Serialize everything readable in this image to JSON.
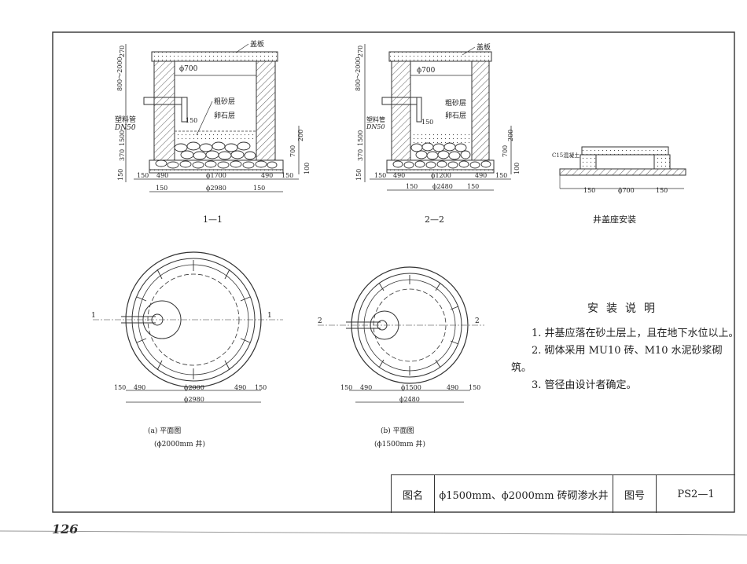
{
  "labels": {
    "cover": "盖板",
    "phi700": "ϕ700",
    "coarse_sand": "粗砂层",
    "gravel": "卵石层",
    "pipe": "塑料管",
    "dn50": "DN50",
    "dim_150": "150",
    "dim_270": "270",
    "dim_800_2000": "800～2000",
    "dim_1500": "1500",
    "dim_370": "370",
    "dim_490": "490",
    "dim_200": "200",
    "dim_700": "700",
    "dim_100": "100",
    "phi1700": "ϕ1700",
    "phi2980": "ϕ2980",
    "phi1200": "ϕ1200",
    "phi2480": "ϕ2480",
    "phi2000": "ϕ2000",
    "phi1500": "ϕ1500",
    "c15": "C15混凝土",
    "sec_1": "1",
    "sec_2": "2"
  },
  "captions": {
    "section_1": "1—1",
    "section_2": "2—2",
    "cover_install": "井盖座安装",
    "plan_a": "(a) 平面图",
    "plan_a_sub": "(ϕ2000mm 井)",
    "plan_b": "(b) 平面图",
    "plan_b_sub": "(ϕ1500mm 井)"
  },
  "notes": {
    "title": "安装说明",
    "items": [
      "1. 井基应落在砂土层上，且在地下水位以上。",
      "2. 砌体采用 MU10 砖、M10 水泥砂浆砌筑。",
      "3. 管径由设计者确定。"
    ]
  },
  "title_block": {
    "name_label": "图名",
    "name": "ϕ1500mm、ϕ2000mm 砖砌渗水井",
    "no_label": "图号",
    "no": "PS2—1"
  },
  "page_number": "126"
}
